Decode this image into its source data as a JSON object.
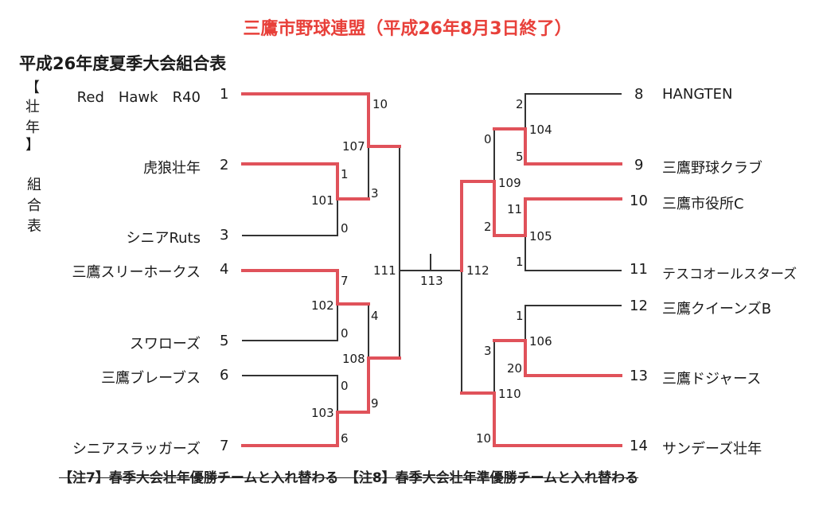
{
  "org_title": "三鷹市野球連盟（平成26年8月3日終了）",
  "table_title": "平成26年度夏季大会組合表",
  "side_label": {
    "bracket_top": "【",
    "chars": [
      "壮",
      "年"
    ],
    "bracket_bottom": "】",
    "tail_chars": [
      "組",
      "合",
      "表"
    ]
  },
  "left_teams": [
    {
      "seed": "1",
      "name": "Red　Hawk　R40"
    },
    {
      "seed": "2",
      "name": "虎狼壮年"
    },
    {
      "seed": "3",
      "name": "シニアRuts"
    },
    {
      "seed": "4",
      "name": "三鷹スリーホークス"
    },
    {
      "seed": "5",
      "name": "スワローズ"
    },
    {
      "seed": "6",
      "name": "三鷹ブレーブス"
    },
    {
      "seed": "7",
      "name": "シニアスラッガーズ"
    }
  ],
  "right_teams": [
    {
      "seed": "8",
      "name": "HANGTEN"
    },
    {
      "seed": "9",
      "name": "三鷹野球クラブ"
    },
    {
      "seed": "10",
      "name": "三鷹市役所C"
    },
    {
      "seed": "11",
      "name": "テスコオールスターズ"
    },
    {
      "seed": "12",
      "name": "三鷹クイーンズB"
    },
    {
      "seed": "13",
      "name": "三鷹ドジャース"
    },
    {
      "seed": "14",
      "name": "サンデーズ壮年"
    }
  ],
  "game_numbers": {
    "g101": "101",
    "g102": "102",
    "g103": "103",
    "g104": "104",
    "g105": "105",
    "g106": "106",
    "g107": "107",
    "g108": "108",
    "g109": "109",
    "g110": "110",
    "g111": "111",
    "g112": "112",
    "g113": "113"
  },
  "scores": {
    "s1": "10",
    "s2_107": "3",
    "s_101_top": "1",
    "s_101_bot": "0",
    "s_102_top": "7",
    "s_102_bot": "0",
    "s_108_top": "4",
    "s_108_bot": "9",
    "s_103_top": "0",
    "s_103_bot": "6",
    "s_104_top": "2",
    "s_104_bot": "5",
    "s_109_top": "0",
    "s_105_top": "11",
    "s_105_bot": "1",
    "s_109_bot": "2",
    "s_106_top": "1",
    "s_106_bot": "20",
    "s_110_top": "3",
    "s_110_bot": "10"
  },
  "note": "【注7】春季大会壮年優勝チームと入れ替わる　【注8】春季大会壮年準優勝チームと入れ替わる",
  "colors": {
    "winner_line": "#e0525a",
    "loser_line": "#333333",
    "title_red": "#e8403a"
  }
}
